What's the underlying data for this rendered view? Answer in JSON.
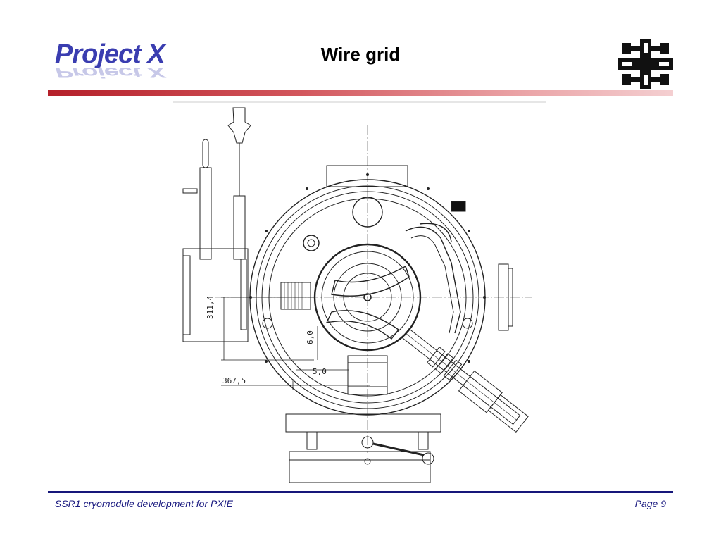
{
  "header": {
    "logo_text": "Project X",
    "title": "Wire grid"
  },
  "drawing": {
    "dim_311_4": "311,4",
    "dim_6_0": "6,0",
    "dim_5_0": "5,0",
    "dim_367_5": "367,5"
  },
  "footer": {
    "left": "SSR1 cryomodule development for PXIE",
    "right": "Page 9"
  },
  "colors": {
    "logo": "#3a3db0",
    "header_rule": "#b5202a",
    "footer_rule": "#16177a",
    "footer_text": "#1a1a80"
  }
}
